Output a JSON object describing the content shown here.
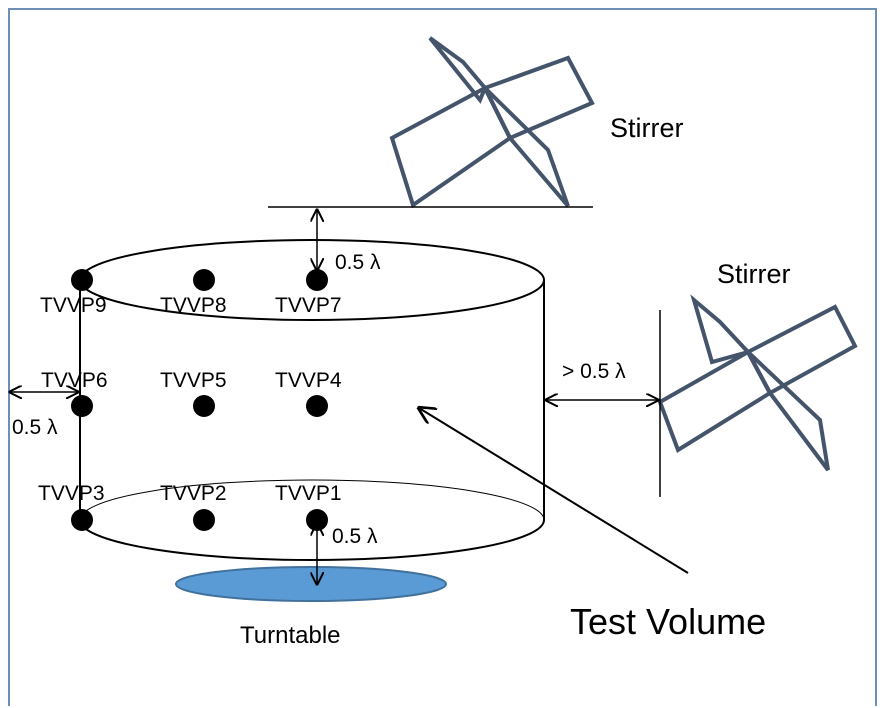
{
  "labels": {
    "stirrer_top": "Stirrer",
    "stirrer_right": "Stirrer",
    "test_volume": "Test Volume",
    "turntable": "Turntable",
    "dist_top": "0.5 λ",
    "dist_left": "0.5 λ",
    "dist_bottom": "0.5 λ",
    "dist_right": "> 0.5 λ"
  },
  "points": [
    {
      "id": "TVVP1",
      "label": "TVVP1"
    },
    {
      "id": "TVVP2",
      "label": "TVVP2"
    },
    {
      "id": "TVVP3",
      "label": "TVVP3"
    },
    {
      "id": "TVVP4",
      "label": "TVVP4"
    },
    {
      "id": "TVVP5",
      "label": "TVVP5"
    },
    {
      "id": "TVVP6",
      "label": "TVVP6"
    },
    {
      "id": "TVVP7",
      "label": "TVVP7"
    },
    {
      "id": "TVVP8",
      "label": "TVVP8"
    },
    {
      "id": "TVVP9",
      "label": "TVVP9"
    }
  ],
  "colors": {
    "frame": "#6d8fb5",
    "stirrer": "#44546a",
    "turntable_fill": "#5b9bd5",
    "turntable_stroke": "#41719c",
    "line": "#000000"
  }
}
